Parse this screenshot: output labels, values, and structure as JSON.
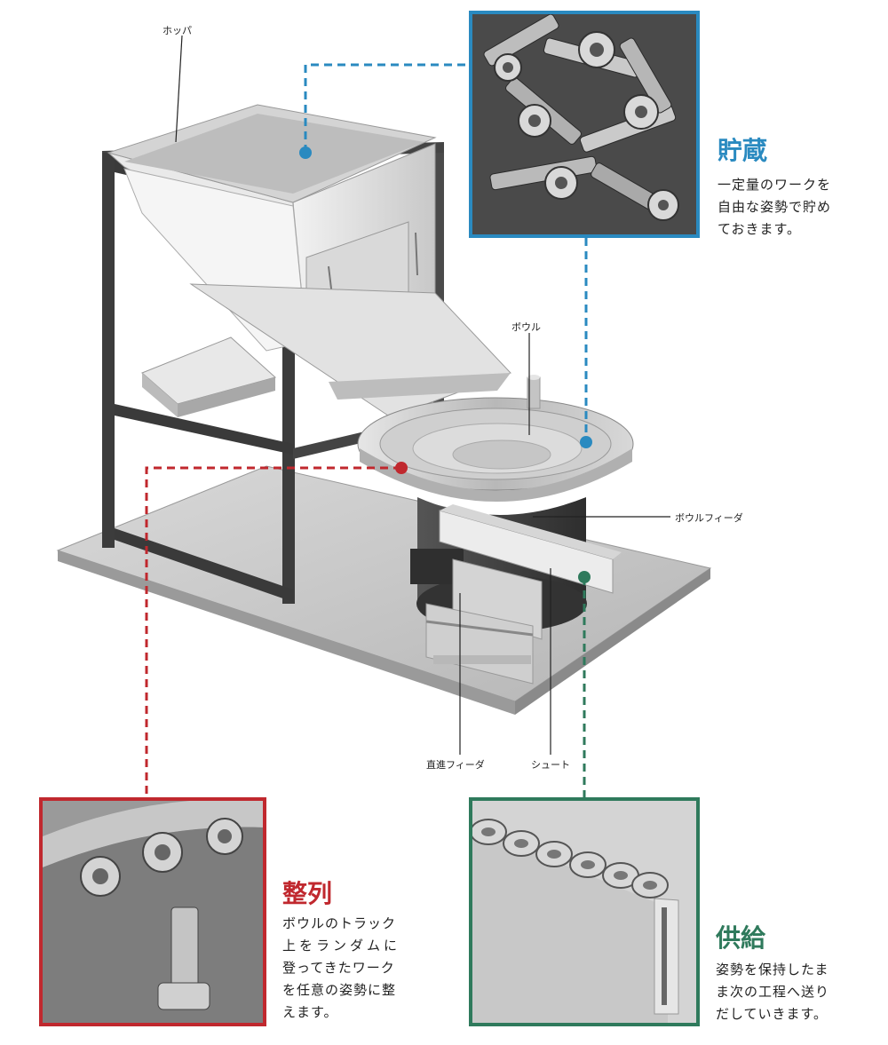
{
  "callouts": {
    "hopper": "ホッパ",
    "bowl": "ボウル",
    "bowl_feeder": "ボウルフィーダ",
    "linear_feeder": "直進フィーダ",
    "chute": "シュート"
  },
  "sections": {
    "storage": {
      "title": "貯蔵",
      "lines": [
        "一定量のワークを",
        "自由な姿勢で貯め",
        "ておきます。"
      ],
      "color": "#2a8ac0"
    },
    "alignment": {
      "title": "整列",
      "lines": [
        "ボウルのトラック",
        "上をランダムに",
        "登ってきたワーク",
        "を任意の姿勢に整",
        "えます。"
      ],
      "color": "#c0282e"
    },
    "supply": {
      "title": "供給",
      "lines": [
        "姿勢を保持したま",
        "ま次の工程へ送り",
        "だしていきます。"
      ],
      "color": "#2f7a5c"
    }
  }
}
